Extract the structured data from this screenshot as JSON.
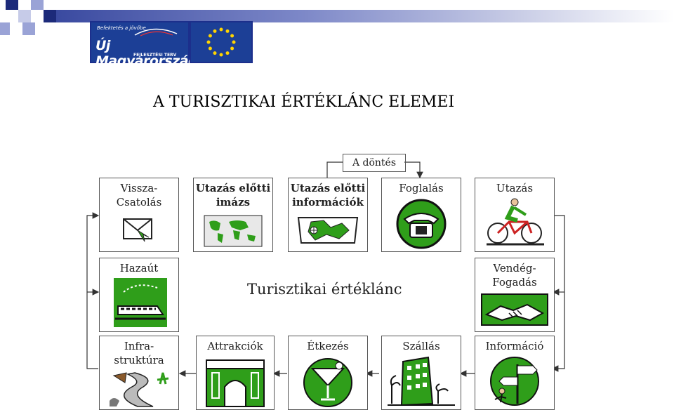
{
  "header": {
    "logo_left_small": "Befektetés a jövőbe",
    "logo_left_big": "Új Magyarország",
    "logo_left_sub": "FEJLESZTÉSI TERV",
    "logo_right": "EU flag"
  },
  "title": "A TURISZTIKAI ÉRTÉKLÁNC ELEMEI",
  "decision": "A döntés",
  "center": "Turisztikai értéklánc",
  "boxes": {
    "visszacsatolas": {
      "line1": "Vissza-",
      "line2": "Csatolás"
    },
    "imazs": {
      "line1": "Utazás előtti",
      "line2": "imázs"
    },
    "informaciok": {
      "line1": "Utazás előtti",
      "line2": "információk"
    },
    "foglalas": {
      "line1": "Foglalás"
    },
    "utazas": {
      "line1": "Utazás"
    },
    "hazaut": {
      "line1": "Hazaút"
    },
    "vendegfogadas": {
      "line1": "Vendég-",
      "line2": "Fogadás"
    },
    "infrastruktura": {
      "line1": "Infra-",
      "line2": "struktúra"
    },
    "attrakciok": {
      "line1": "Attrakciók"
    },
    "etkezes": {
      "line1": "Étkezés"
    },
    "szallas": {
      "line1": "Szállás"
    },
    "informacio": {
      "line1": "Információ"
    }
  },
  "icons": [
    "envelope-icon",
    "world-map-icon",
    "treasure-map-icon",
    "telephone-icon",
    "cyclist-icon",
    "train-icon",
    "handshake-icon",
    "road-icon",
    "arch-icon",
    "cocktail-icon",
    "hotel-icon",
    "signpost-icon"
  ],
  "colors": {
    "accent_green": "#2f9e1a",
    "eu_blue": "#1c3f96"
  }
}
